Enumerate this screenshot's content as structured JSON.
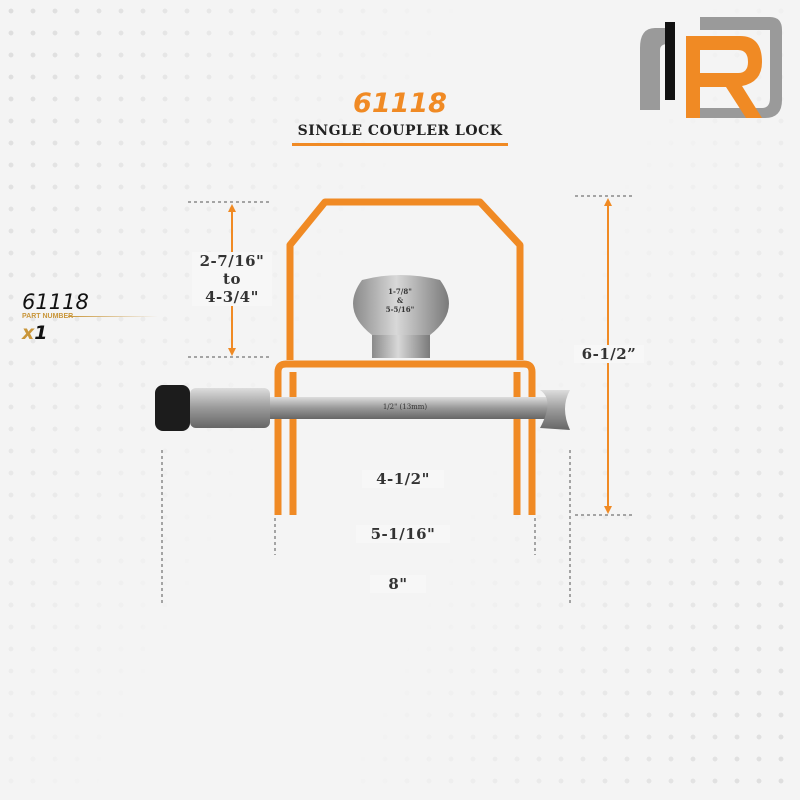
{
  "logo": {
    "text": "IR",
    "colors": {
      "orange": "#f08a24",
      "gray": "#9a9a9a",
      "black": "#111111"
    }
  },
  "header": {
    "part_number": "61118",
    "product_name": "SINGLE COUPLER LOCK"
  },
  "part_info": {
    "number": "61118",
    "label": "PART NUMBER",
    "quantity_prefix": "x",
    "quantity": "1"
  },
  "dimensions": {
    "adjust_range": {
      "min": "2-7/16\"",
      "joiner": "to",
      "max": "4-3/4\""
    },
    "height": "6-1/2”",
    "ball_sizes": {
      "a": "1-7/8\"",
      "joiner": "&",
      "b": "5-5/16\""
    },
    "pin": "1/2\" (13mm)",
    "inner_width": "4-1/2\"",
    "outer_width": "5-1/16\"",
    "total_length": "8\""
  },
  "colors": {
    "accent": "#f08a24",
    "text": "#333333"
  }
}
